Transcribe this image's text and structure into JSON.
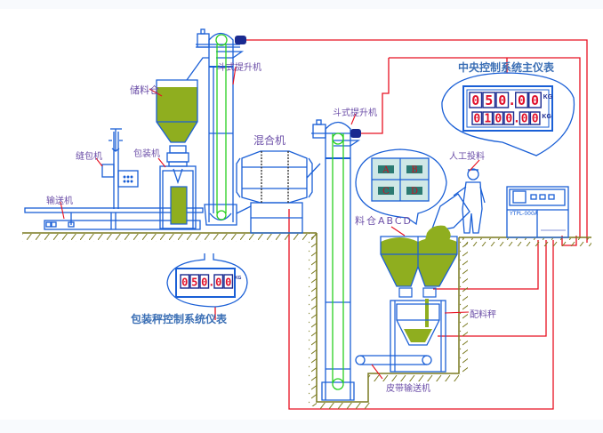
{
  "title": "Batching & packaging system process diagram",
  "labels": {
    "storage_bin": "储料仓",
    "bucket_elevator_1": "斗式提升机",
    "bucket_elevator_2": "斗式提升机",
    "mixer": "混合机",
    "packaging_machine": "包装机",
    "bag_sewing_machine": "缝包机",
    "conveyor": "输送机",
    "manual_feeding": "人工投料",
    "bins_abcd": "料仓ABCD",
    "batching_scale": "配料秤",
    "belt_conveyor": "皮带输送机",
    "central_control_title": "中央控制系统主仪表",
    "packing_scale_control_title": "包装秤控制系统仪表"
  },
  "central_meter": {
    "row1_digits": [
      "0",
      "5",
      "0",
      ".",
      "0",
      "0"
    ],
    "row1_unit": "KG",
    "row2_digits": [
      "0",
      "1",
      "0",
      "0",
      ".",
      "0",
      "0"
    ],
    "row2_unit": "KG"
  },
  "packing_meter": {
    "digits": [
      "0",
      "5",
      "0",
      ".",
      "0",
      "0"
    ],
    "unit": "KG"
  },
  "control_cabinet": {
    "model": "YTPL-000A"
  },
  "bins": [
    "A",
    "B",
    "C",
    "D"
  ],
  "colors": {
    "equipment_line": "#1a5fd6",
    "material": "#8fae1f",
    "signal_wire": "#e81020",
    "chain": "#28d020",
    "ground": "#7a7a20",
    "label_text": "#6c4fa8",
    "title_text": "#3b6fb5"
  }
}
